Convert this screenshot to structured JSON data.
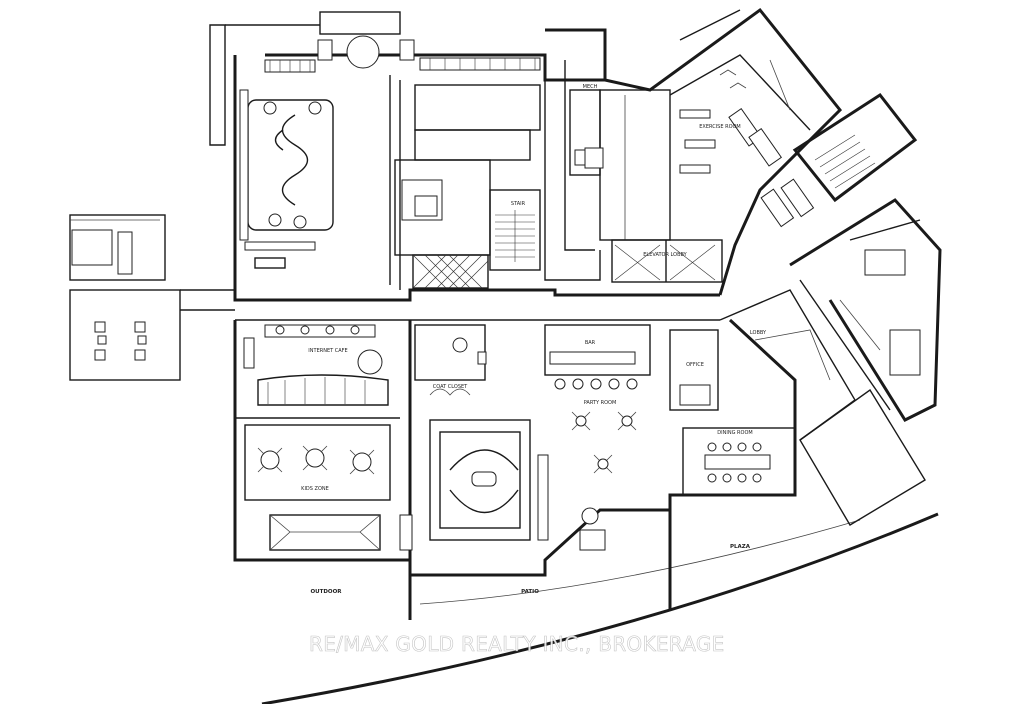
{
  "watermark": "RE/MAX GOLD REALTY INC., BROKERAGE",
  "colors": {
    "ink": "#1a1a1a",
    "paper": "#ffffff",
    "watermark": "#ffffff"
  },
  "rooms": {
    "party_room": "PARTY ROOM",
    "internet_cafe": "INTERNET CAFE",
    "kids_zone": "KIDS ZONE",
    "dining_room": "DINING ROOM",
    "bar": "BAR",
    "office": "OFFICE",
    "coat_closet": "COAT CLOSET",
    "lobby": "LOBBY",
    "exercise_room": "EXERCISE ROOM",
    "mechanical": "MECH",
    "stair": "STAIR",
    "elevator": "ELEVATOR LOBBY"
  },
  "outdoor": {
    "plaza": "PLAZA",
    "patio_left": "OUTDOOR",
    "patio_mid": "PATIO"
  }
}
